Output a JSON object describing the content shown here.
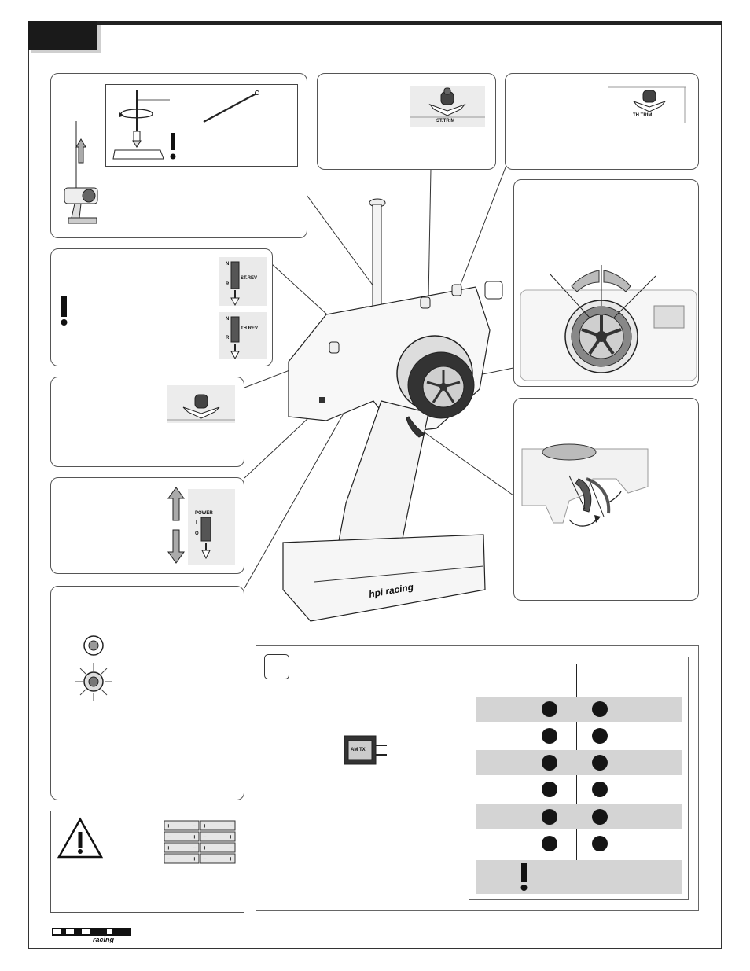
{
  "page": {
    "brand_logo_text": "HPI RACING"
  },
  "labels": {
    "st_trim": "ST.TRIM",
    "th_trim": "TH.TRIM",
    "st_rev": "ST.REV",
    "th_rev": "TH.REV",
    "switch_n": "N",
    "switch_r": "R",
    "power": "POWER",
    "power_on_mark": "I",
    "power_off_mark": "O",
    "crystal": "AM TX",
    "battery_plus": "+",
    "battery_minus": "−"
  },
  "icons": {
    "warning": "warning-triangle-icon",
    "caution": "exclamation-icon",
    "arrow_up": "arrow-up-icon",
    "arrow_down": "arrow-down-icon"
  },
  "chart_data": {
    "type": "table",
    "rows": 6,
    "columns": 2,
    "shaded_rows": [
      0,
      2,
      4
    ]
  }
}
